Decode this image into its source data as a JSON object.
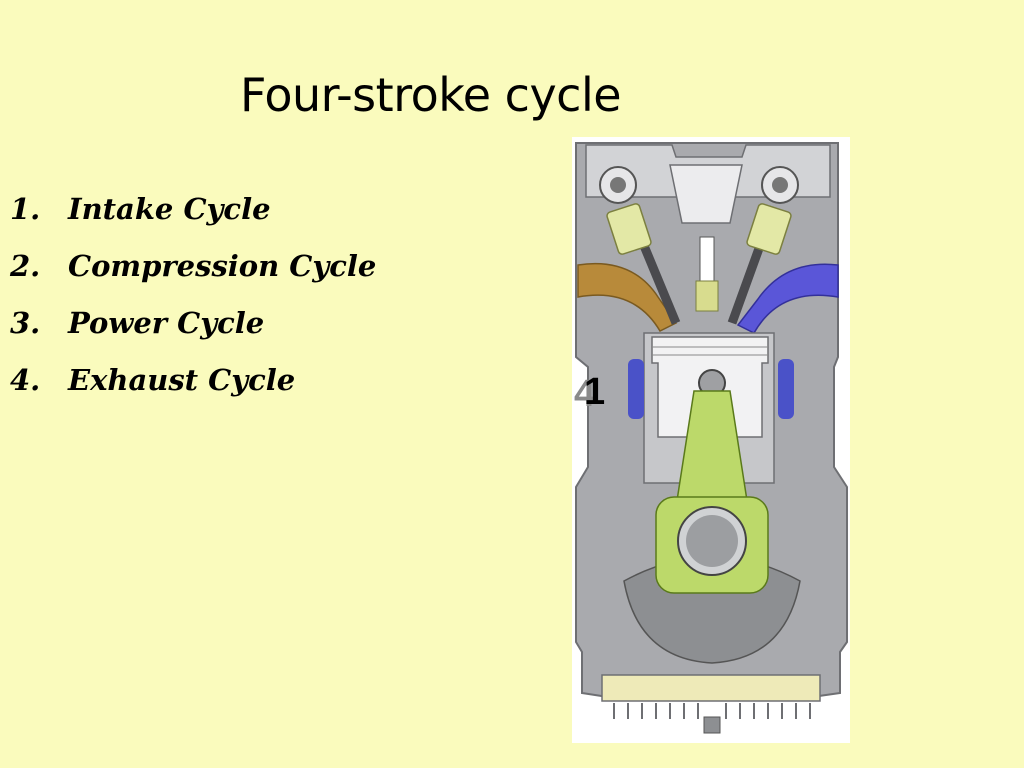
{
  "slide": {
    "title": "Four-stroke cycle",
    "cycles": [
      {
        "number": "1.",
        "label": "Intake Cycle"
      },
      {
        "number": "2.",
        "label": "Compression Cycle"
      },
      {
        "number": "3.",
        "label": "Power Cycle"
      },
      {
        "number": "4.",
        "label": "Exhaust Cycle"
      }
    ]
  },
  "diagram": {
    "cylinder_markers": [
      "4",
      "1"
    ]
  },
  "colors": {
    "background": "#fafbbd",
    "engine_block": "#a9aaae",
    "connecting_rod": "#bcd96a",
    "intake_port": "#b88a3a",
    "exhaust_port": "#5a56d8"
  }
}
